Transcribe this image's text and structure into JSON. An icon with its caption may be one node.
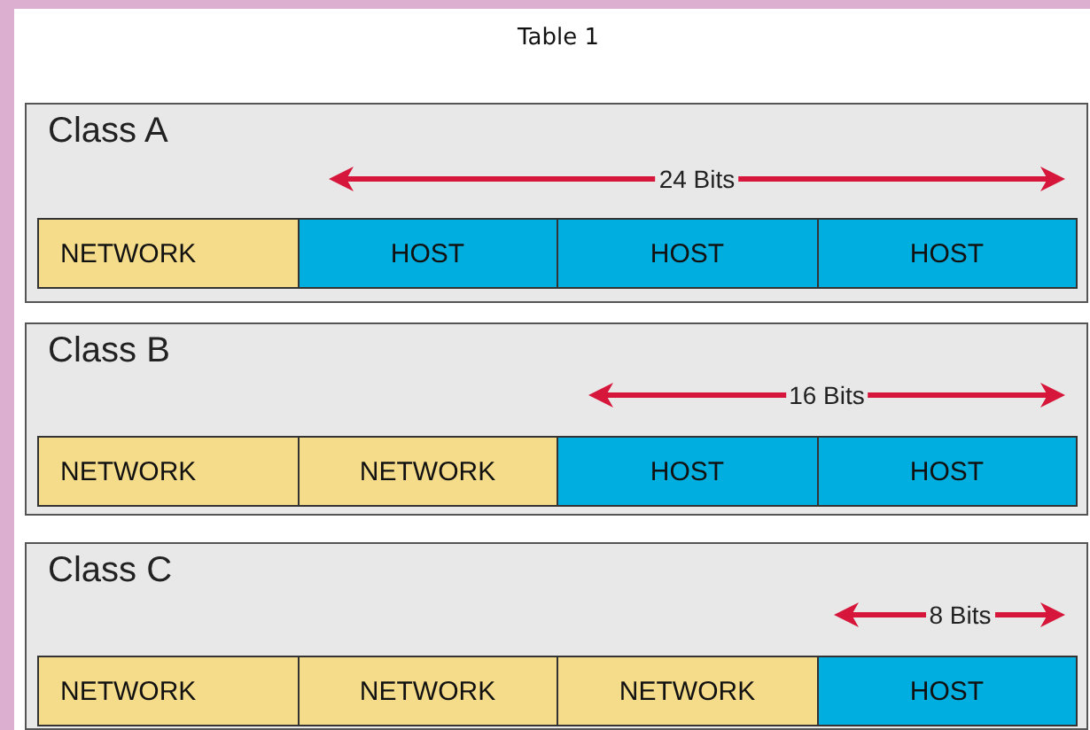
{
  "diagram": {
    "title": "Table 1",
    "nodes": [
      {
        "text": [
          "Class A",
          "24 Bits"
        ]
      },
      {
        "text": [
          "NETWORK"
        ],
        "in": 0
      },
      {
        "text": [
          "HOST"
        ],
        "in": 0
      },
      {
        "text": [
          "HOST"
        ],
        "in": 0
      },
      {
        "text": [
          "HOST"
        ],
        "in": 0
      },
      {
        "text": [
          "Class B",
          "16 Bits"
        ]
      },
      {
        "text": [
          "NETWORK"
        ],
        "in": 5
      },
      {
        "text": [
          "NETWORK"
        ],
        "in": 5
      },
      {
        "text": [
          "HOST"
        ],
        "in": 5
      },
      {
        "text": [
          "HOST"
        ],
        "in": 5
      },
      {
        "text": [
          "Class C",
          "8 Bits"
        ]
      },
      {
        "text": [
          "NETWORK"
        ],
        "in": 10
      },
      {
        "text": [
          "NETWORK"
        ],
        "in": 10
      },
      {
        "text": [
          "NETWORK"
        ],
        "in": 10
      },
      {
        "text": [
          "HOST"
        ],
        "in": 10
      }
    ]
  }
}
